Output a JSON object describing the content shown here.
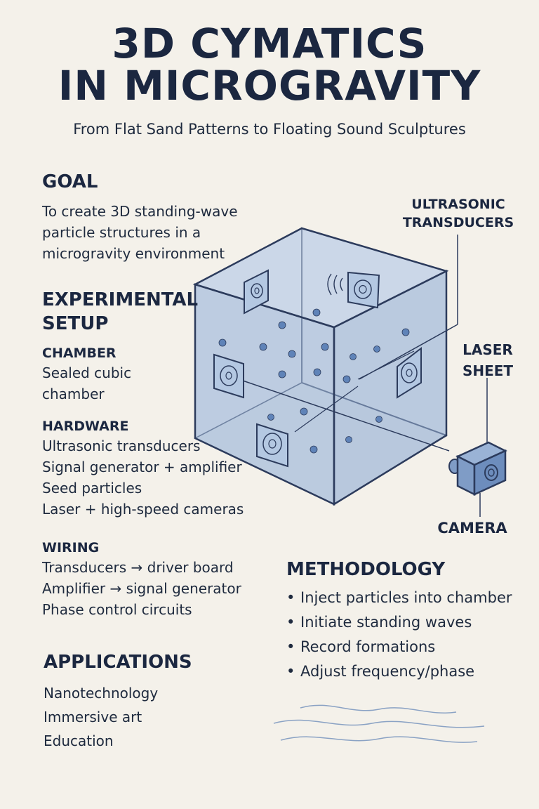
{
  "title": {
    "line1": "3D CYMATICS",
    "line2": "IN MICROGRAVITY"
  },
  "subtitle": "From Flat Sand Patterns to Floating Sound Sculptures",
  "goal": {
    "heading": "GOAL",
    "lines": [
      "To create 3D standing-wave",
      "particle structures in a",
      "microgravity environment"
    ]
  },
  "setup": {
    "heading_line1": "EXPERIMENTAL",
    "heading_line2": "SETUP",
    "chamber": {
      "heading": "CHAMBER",
      "lines": [
        "Sealed cubic",
        "chamber"
      ]
    },
    "hardware": {
      "heading": "HARDWARE",
      "lines": [
        "Ultrasonic transducers",
        "Signal generator + amplifier",
        "Seed particles",
        "Laser + high-speed cameras"
      ]
    },
    "wiring": {
      "heading": "WIRING",
      "lines": [
        "Transducers → driver board",
        "Amplifier → signal generator",
        "Phase control circuits"
      ]
    }
  },
  "applications": {
    "heading": "APPLICATIONS",
    "items": [
      "Nanotechnology",
      "Immersive art",
      "Education"
    ]
  },
  "methodology": {
    "heading": "METHODOLOGY",
    "items": [
      "Inject particles into chamber",
      "Initiate standing waves",
      "Record formations",
      "Adjust frequency/phase"
    ]
  },
  "diagram_labels": {
    "transducers": [
      "ULTRASONIC",
      "TRANSDUCERS"
    ],
    "laser": [
      "LASER",
      "SHEET"
    ],
    "camera": "CAMERA"
  },
  "colors": {
    "cube_fill": "#a9bfdc",
    "cube_stroke": "#2c3b5c",
    "particle": "#5f83b8",
    "camera_fill": "#7f9cc6",
    "background": "#f4f1ea",
    "text": "#1e2a3e"
  }
}
